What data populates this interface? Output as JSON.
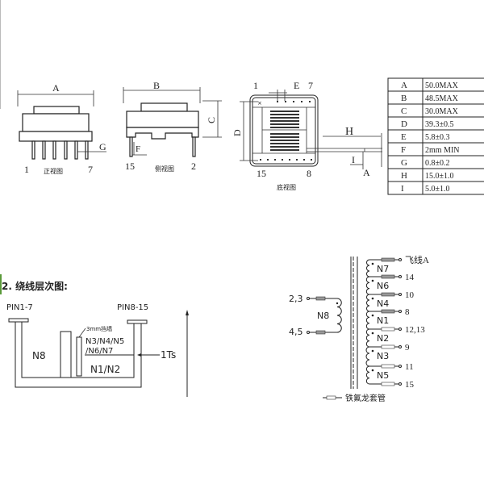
{
  "views": {
    "front": {
      "dim_a": "A",
      "dim_g": "G",
      "pin_left": "1",
      "pin_right": "7",
      "caption": "正视图"
    },
    "side": {
      "dim_b": "B",
      "dim_c": "C",
      "dim_f": "F",
      "pin_left": "15",
      "pin_right": "2",
      "caption": "侧视图"
    },
    "bottom": {
      "pin_1": "1",
      "dim_e": "E",
      "pin_7": "7",
      "dim_d": "D",
      "dim_h": "H",
      "dim_i": "I",
      "dim_a": "A",
      "pin_15": "15",
      "pin_8": "8",
      "caption": "底视图"
    }
  },
  "dimension_table": [
    {
      "key": "A",
      "value": "50.0MAX"
    },
    {
      "key": "B",
      "value": "48.5MAX"
    },
    {
      "key": "C",
      "value": "30.0MAX"
    },
    {
      "key": "D",
      "value": "39.3±0.5"
    },
    {
      "key": "E",
      "value": "5.8±0.3"
    },
    {
      "key": "F",
      "value": "2mm MIN"
    },
    {
      "key": "G",
      "value": "0.8±0.2"
    },
    {
      "key": "H",
      "value": "15.0±1.0"
    },
    {
      "key": "I",
      "value": "5.0±1.0"
    }
  ],
  "winding_layers": {
    "title": "2. 绕线层次图:",
    "pin_left": "PIN1-7",
    "pin_right": "PIN8-15",
    "wall_label": "3mm挡墙",
    "upper_layer_1": "N3/N4/N5",
    "upper_layer_2": "/N6/N7",
    "lower_layer": "N1/N2",
    "left_layer": "N8",
    "turns_label": "1Ts"
  },
  "schematic": {
    "primary": {
      "top_pin": "2,3",
      "bottom_pin": "4,5",
      "name": "N8"
    },
    "taps": [
      "飞线A",
      "14",
      "10",
      "8",
      "12,13",
      "9",
      "11",
      "15"
    ],
    "windings": [
      "N7",
      "N6",
      "N4",
      "N1",
      "N2",
      "N3",
      "N5"
    ],
    "legend": "铁氟龙套管"
  }
}
